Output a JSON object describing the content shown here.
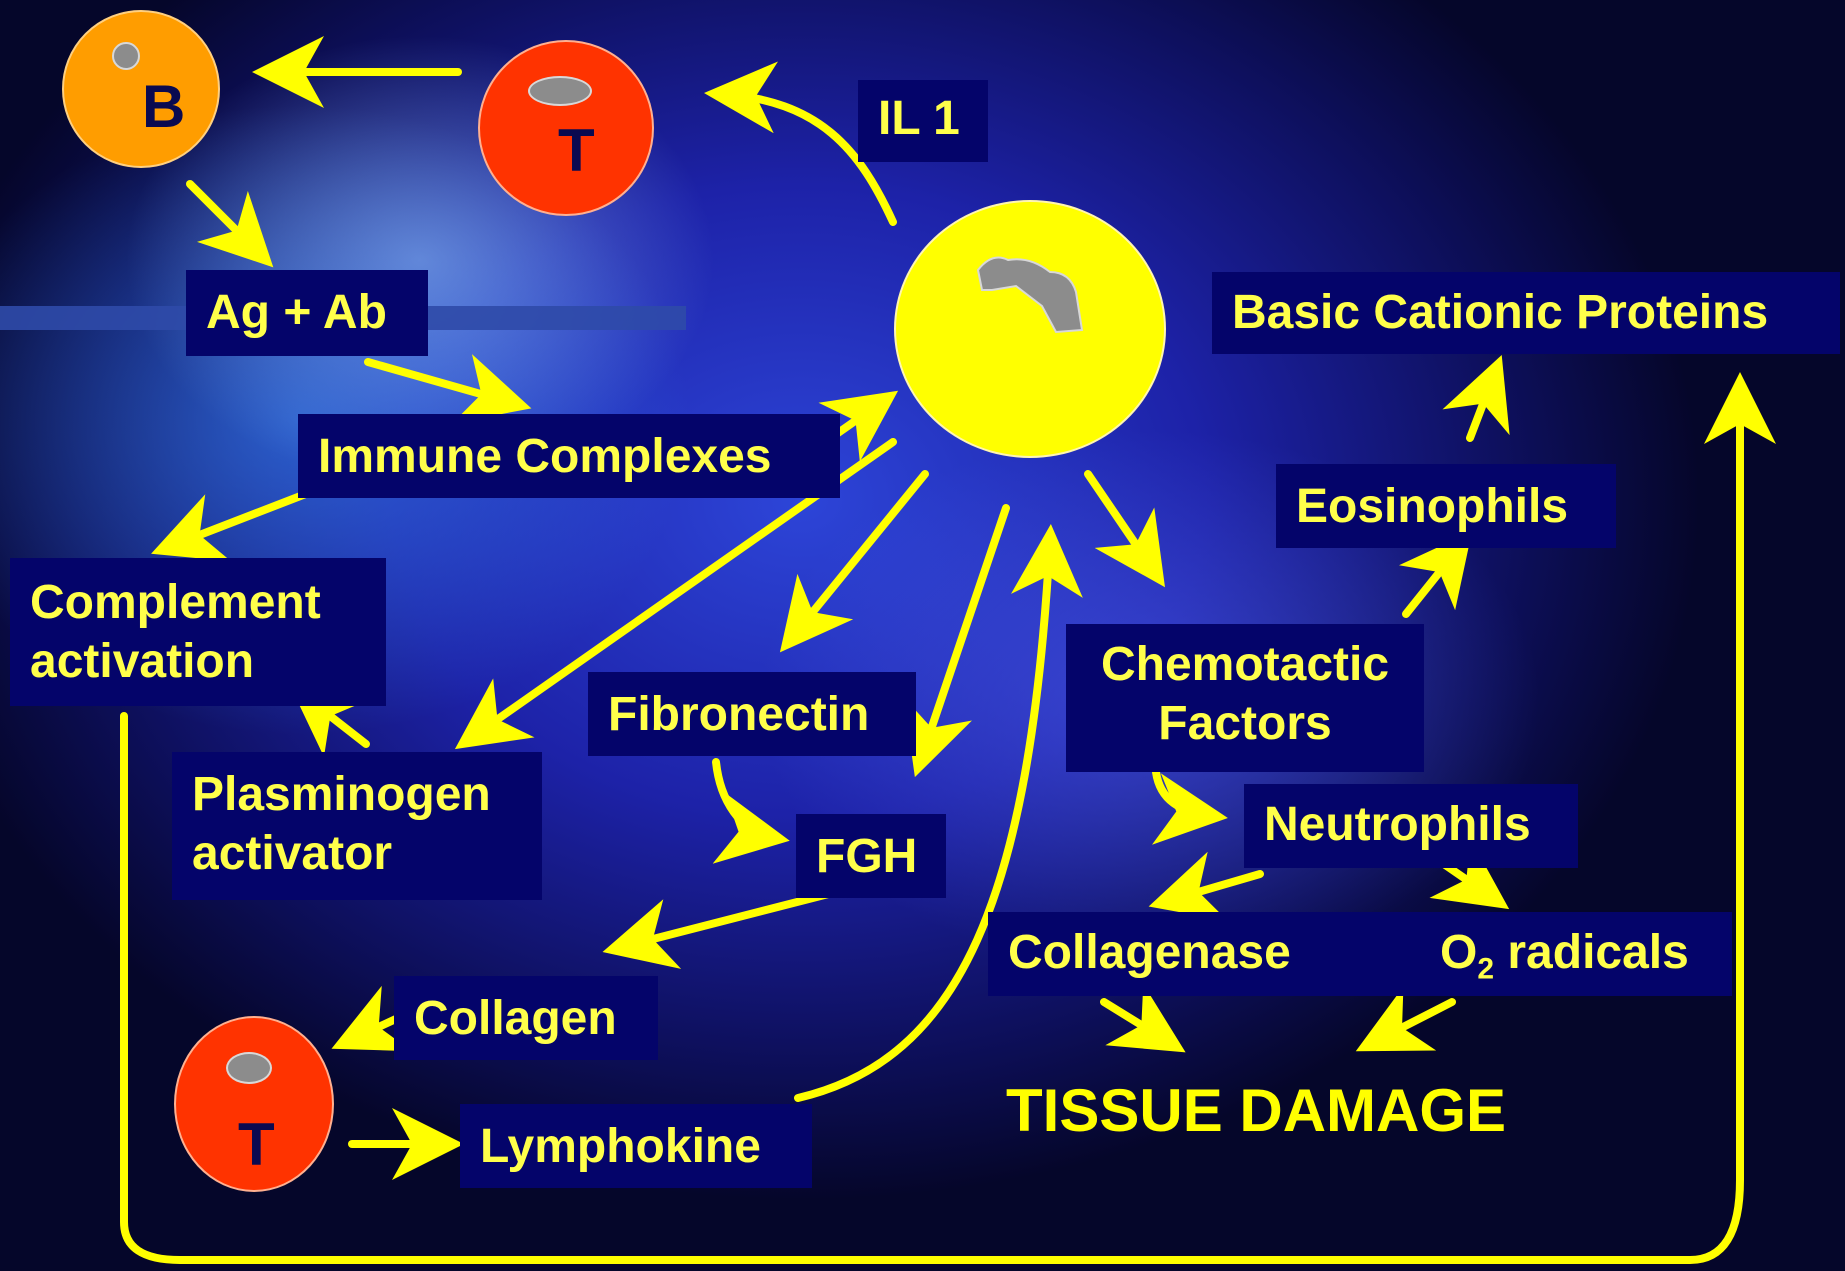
{
  "cells": {
    "b_cell": {
      "label": "B",
      "color": "#ff9d00"
    },
    "t_cell_top": {
      "label": "T",
      "color": "#ff3300"
    },
    "t_cell_bottom": {
      "label": "T",
      "color": "#ff3300"
    },
    "macrophage": {
      "color": "#ffff00"
    }
  },
  "labels": {
    "il1": "IL 1",
    "ag_ab": "Ag + Ab",
    "immune_complexes": "Immune Complexes",
    "complement_1": "Complement",
    "complement_2": "activation",
    "plasminogen_1": "Plasminogen",
    "plasminogen_2": "activator",
    "fibronectin": "Fibronectin",
    "fgh": "FGH",
    "collagen": "Collagen",
    "lymphokine": "Lymphokine",
    "basic_cationic_proteins": "Basic Cationic Proteins",
    "eosinophils": "Eosinophils",
    "chemotactic_1": "Chemotactic",
    "chemotactic_2": "Factors",
    "neutrophils": "Neutrophils",
    "collagenase": "Collagenase",
    "o2_o": "O",
    "o2_sub": "2",
    "o2_rest": " radicals",
    "tissue_damage": "TISSUE DAMAGE"
  },
  "colors": {
    "arrow": "#ffff00",
    "box_bg": "#04046a",
    "box_text": "#ffff4a"
  }
}
